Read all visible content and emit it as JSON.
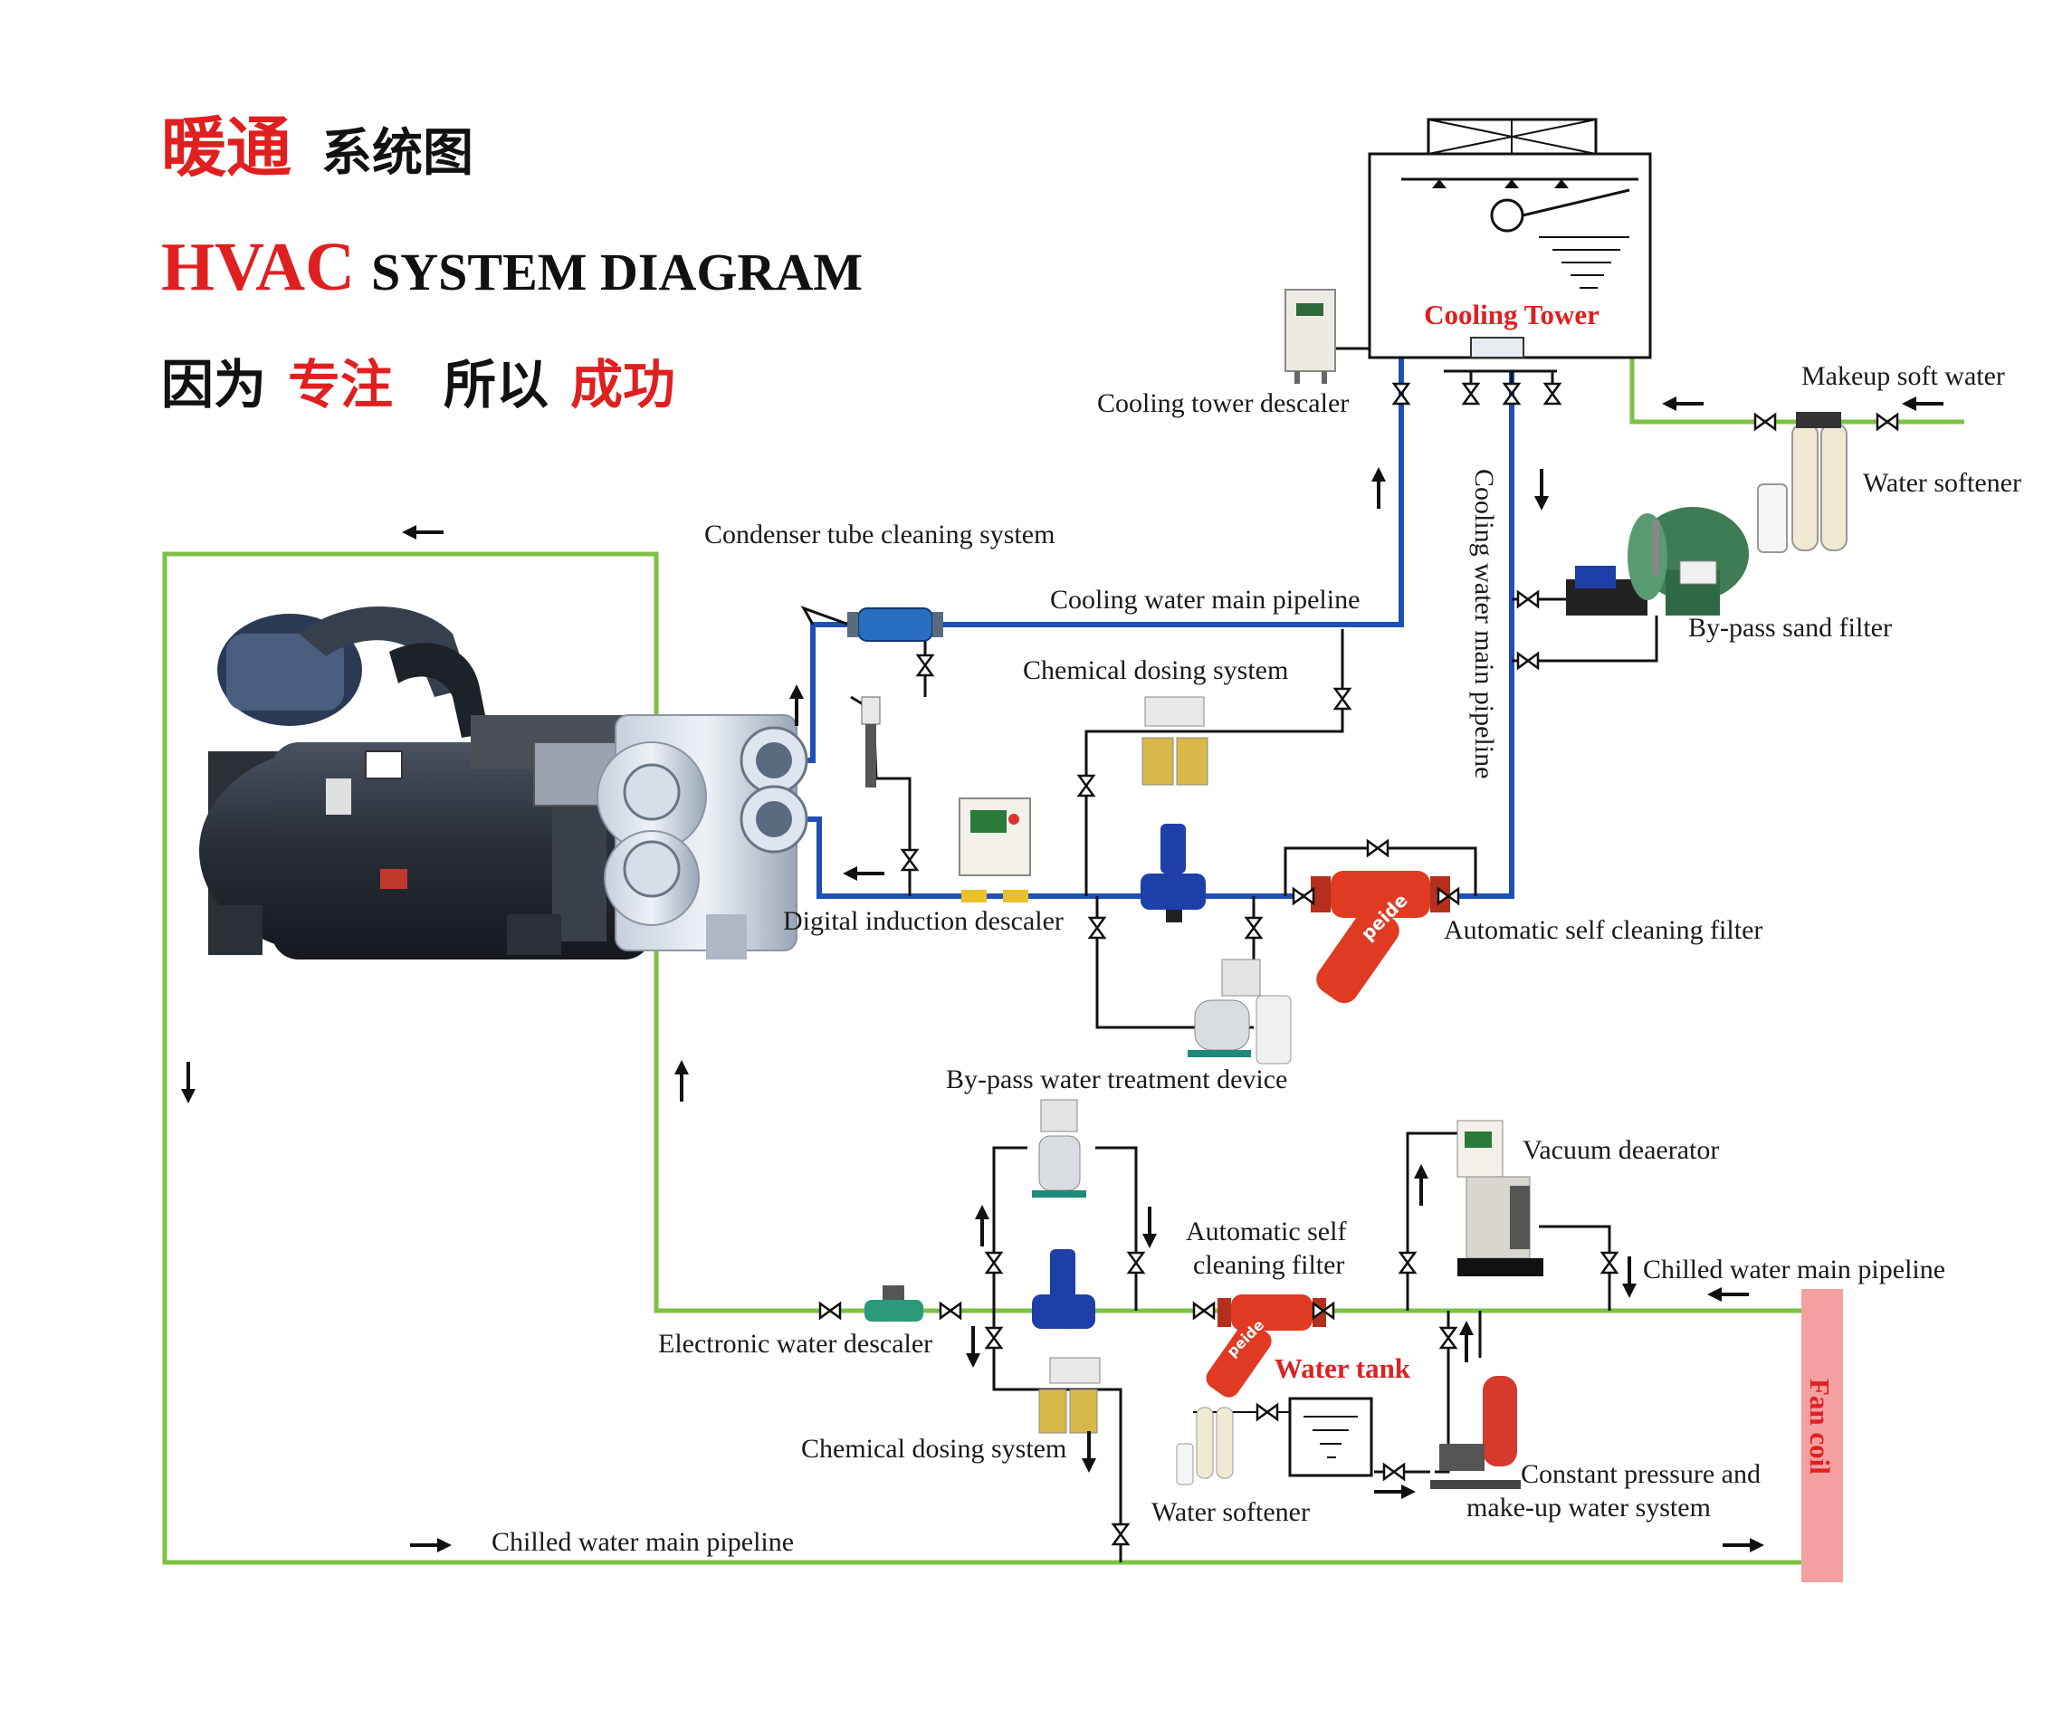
{
  "title": {
    "cn_red": "暖通",
    "cn_black": "系统图",
    "en_red": "HVAC",
    "en_black": "SYSTEM DIAGRAM",
    "slogan": [
      "因为",
      "专注",
      "所以",
      "成功"
    ]
  },
  "labels": {
    "cooling_tower": "Cooling Tower",
    "cooling_tower_descaler": "Cooling tower descaler",
    "makeup_soft_water": "Makeup soft water",
    "water_softener_top": "Water softener",
    "condenser_tube_cleaning": "Condenser tube cleaning system",
    "cooling_water_main_h": "Cooling water main pipeline",
    "cooling_water_main_v": "Cooling water main pipeline",
    "chemical_dosing_top": "Chemical dosing  system",
    "bypass_sand_filter": "By-pass sand filter",
    "digital_induction_descaler": "Digital induction descaler",
    "auto_filter_top": "Automatic self cleaning filter",
    "bypass_water_treatment": "By-pass water treatment device",
    "vacuum_deaerator": "Vacuum deaerator",
    "auto_filter_bottom_1": "Automatic self",
    "auto_filter_bottom_2": "cleaning filter",
    "chilled_main_right": "Chilled water main pipeline",
    "electronic_descaler": "Electronic  water descaler",
    "water_tank": "Water tank",
    "chemical_dosing_bottom": "Chemical dosing  system",
    "water_softener_bottom": "Water softener",
    "constant_pressure_1": "Constant pressure and",
    "constant_pressure_2": "make-up water system",
    "chilled_main_bottom": "Chilled water main pipeline",
    "fan_coil": "Fan coil",
    "peide_top": "peide",
    "peide_bottom": "peide"
  },
  "colors": {
    "chilled_pipe": "#7cc242",
    "cooling_pipe": "#1e4fb4",
    "accent_red": "#e02020",
    "fan_coil": "#f4a0a0",
    "filter_red": "#e03a22",
    "pump_blue": "#1e3fa8",
    "teal": "#1d8a7a"
  }
}
